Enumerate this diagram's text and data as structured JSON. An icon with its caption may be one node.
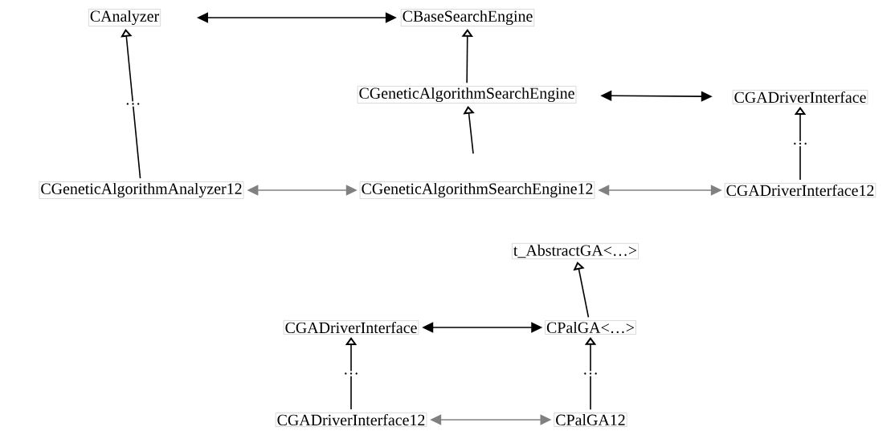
{
  "diagram": {
    "nodes": [
      {
        "text": [
          "CAnalyzer"
        ]
      },
      {
        "text": [
          "CBaseSearchEngine"
        ]
      },
      {
        "text": [
          "CGeneticAlgorithmSearchEngine"
        ]
      },
      {
        "text": [
          "CGADriverInterface"
        ]
      },
      {
        "text": [
          "CGeneticAlgorithmAnalyzer12"
        ]
      },
      {
        "text": [
          "CGeneticAlgorithmSearchEngine12"
        ]
      },
      {
        "text": [
          "CGADriverInterface12"
        ]
      },
      {
        "text": [
          "t_AbstractGA<…>"
        ]
      },
      {
        "text": [
          "CGADriverInterface"
        ]
      },
      {
        "text": [
          "CPalGA<…>"
        ]
      },
      {
        "text": [
          "CGADriverInterface12"
        ]
      },
      {
        "text": [
          "CPalGA12"
        ]
      }
    ],
    "edges": [
      {
        "from": 0,
        "to": 1,
        "arrow": "both"
      },
      {
        "from": 2,
        "to": 1,
        "arrow": "to"
      },
      {
        "from": 4,
        "to": 0,
        "arrow": "to",
        "label": "…"
      },
      {
        "from": 2,
        "to": 3,
        "arrow": "both"
      },
      {
        "from": 5,
        "to": 2,
        "arrow": "to"
      },
      {
        "from": 6,
        "to": 3,
        "arrow": "to",
        "label": "…"
      },
      {
        "from": 4,
        "to": 5,
        "arrow": "both",
        "color": "#808080"
      },
      {
        "from": 5,
        "to": 6,
        "arrow": "both",
        "color": "#808080"
      },
      {
        "from": 9,
        "to": 7,
        "arrow": "to"
      },
      {
        "from": 8,
        "to": 9,
        "arrow": "both"
      },
      {
        "from": 10,
        "to": 8,
        "arrow": "to",
        "label": "…"
      },
      {
        "from": 11,
        "to": 9,
        "arrow": "to",
        "label": "…"
      },
      {
        "from": 10,
        "to": 11,
        "arrow": "both",
        "color": "#808080"
      }
    ]
  }
}
